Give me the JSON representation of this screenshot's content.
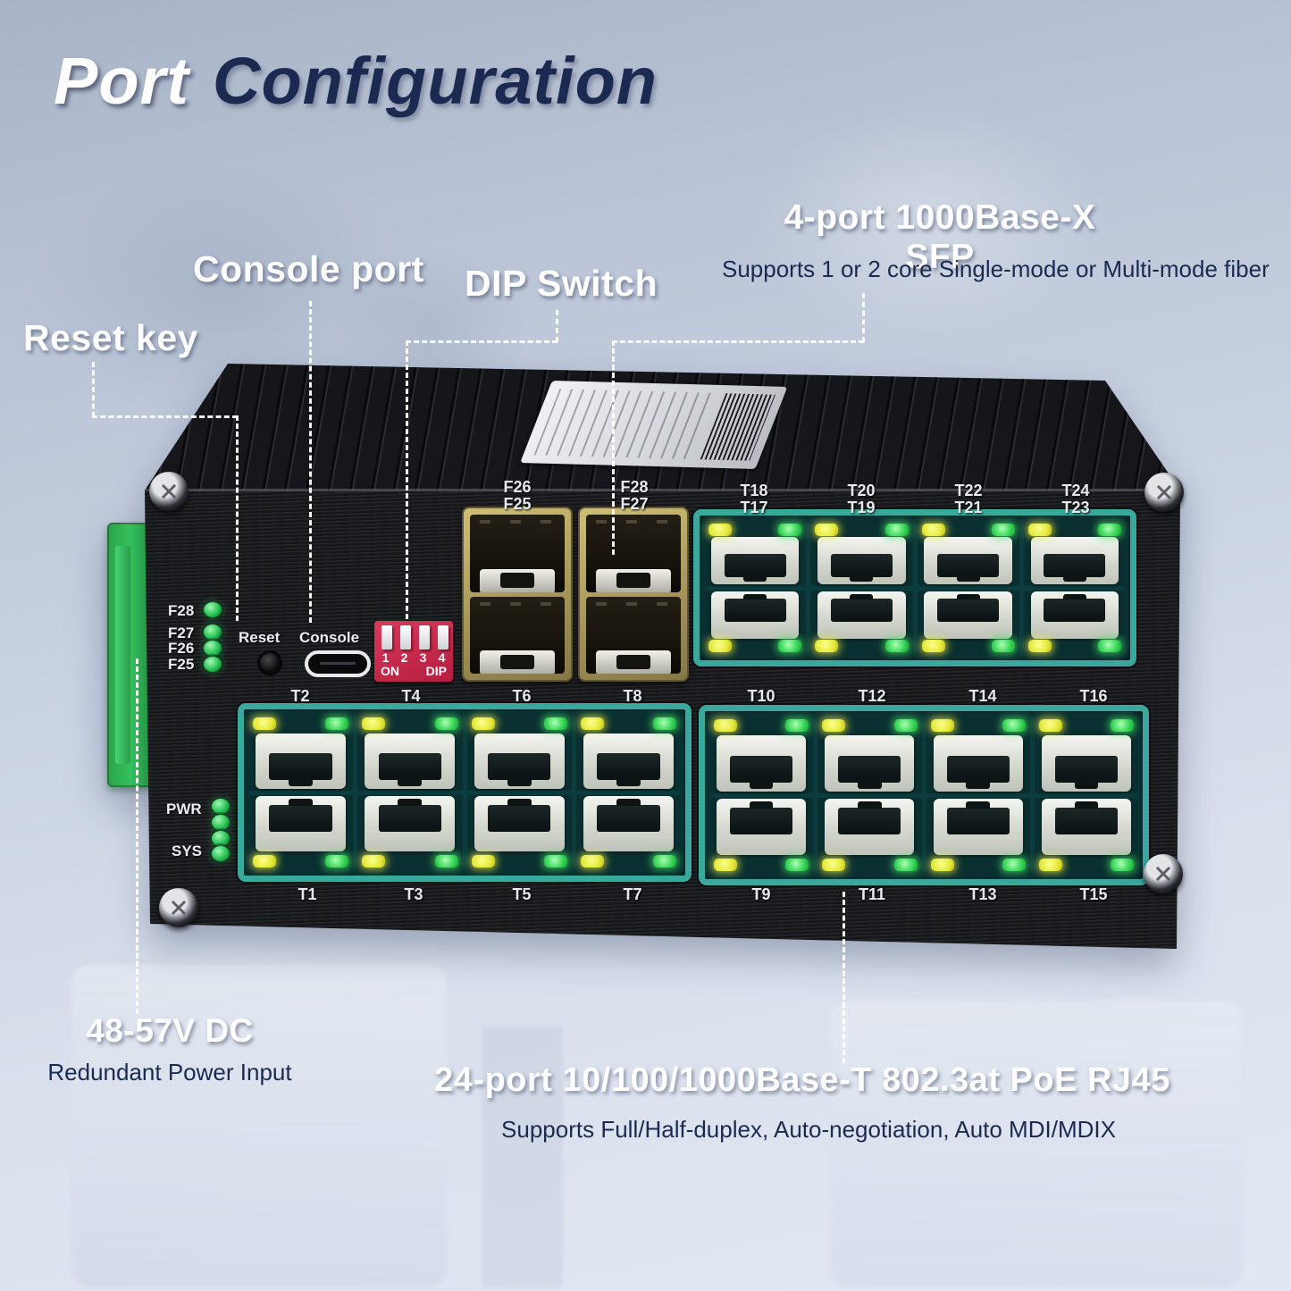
{
  "title": {
    "word1": "Port",
    "word2": "Configuration"
  },
  "callouts": {
    "reset": {
      "label": "Reset key"
    },
    "console": {
      "label": "Console port"
    },
    "dip": {
      "label": "DIP Switch"
    },
    "sfp": {
      "title": "4-port 1000Base-X SFP",
      "subtitle": "Supports 1 or 2 core Single-mode or Multi-mode fiber"
    },
    "power": {
      "title": "48-57V DC",
      "subtitle": "Redundant Power Input"
    },
    "poe": {
      "title": "24-port 10/100/1000Base-T 802.3at PoE RJ45",
      "subtitle": "Supports Full/Half-duplex, Auto-negotiation, Auto MDI/MDIX"
    }
  },
  "device": {
    "fiber_led_labels": [
      "F28",
      "F27",
      "F26",
      "F25"
    ],
    "reset_label": "Reset",
    "console_label": "Console",
    "dip_switch": {
      "numbers": [
        "1",
        "2",
        "3",
        "4"
      ],
      "on": "ON",
      "dip": "DIP"
    },
    "sfp_labels_upper": [
      "F26",
      "F28"
    ],
    "sfp_labels_lower": [
      "F25",
      "F27"
    ],
    "rj45_top_upper": [
      "T18",
      "T20",
      "T22",
      "T24"
    ],
    "rj45_top_lower": [
      "T17",
      "T19",
      "T21",
      "T23"
    ],
    "rj45_mid": [
      "T2",
      "T4",
      "T6",
      "T8",
      "T10",
      "T12",
      "T14",
      "T16"
    ],
    "rj45_bottom": [
      "T1",
      "T3",
      "T5",
      "T7",
      "T9",
      "T11",
      "T13",
      "T15"
    ],
    "status_led_labels": [
      "PWR",
      "SYS"
    ]
  },
  "colors": {
    "accent_navy": "#1c2a50",
    "rj45_teal": "#3aa89c",
    "led_green": "#2fd153",
    "led_yellow": "#e6e93a",
    "dip_red": "#c62a4b",
    "sfp_gold": "#b3a35f",
    "connector_green": "#2ba34a"
  }
}
